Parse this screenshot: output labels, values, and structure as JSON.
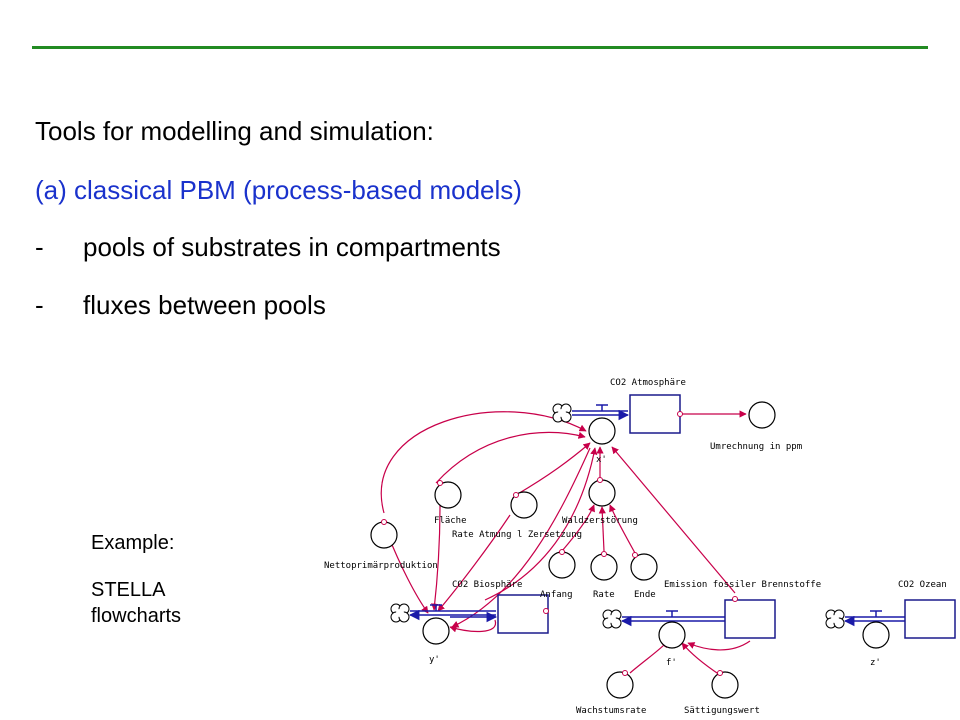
{
  "slide": {
    "title": "Tools for modelling and simulation:",
    "subtitle": "(a) classical PBM (process-based models)",
    "bullets": [
      {
        "marker": "-",
        "text": "pools of substrates in compartments"
      },
      {
        "marker": "-",
        "text": "fluxes between pools"
      }
    ],
    "example_label": "Example:",
    "example_text_1": "STELLA",
    "example_text_2": "flowcharts"
  },
  "diagram": {
    "stocks": {
      "co2_atmosphere": "CO2 Atmosphäre",
      "co2_biosphere": "CO2 Biosphäre",
      "emission": "Emission fossiler Brennstoffe",
      "co2_ocean": "CO2 Ozean"
    },
    "converters": {
      "umrechnung": "Umrechnung in ppm",
      "flaeche": "Fläche",
      "rate_atmung": "Rate Atmung l Zersetzung",
      "waldzerstoerung": "Waldzerstörung",
      "nettoprimaer": "Nettoprimärproduktion",
      "anfang": "Anfang",
      "rate": "Rate",
      "ende": "Ende",
      "wachstumsrate": "Wachstumsrate",
      "saettigungswert": "Sättigungswert"
    },
    "flows": {
      "x": "x'",
      "y": "y'",
      "f": "f'",
      "z": "z'"
    },
    "colors": {
      "connector": "#c8004a",
      "flow_pipe": "#1a1aa8",
      "stock_border": "#1a1a8c",
      "rule": "#228B22",
      "subtitle": "#1a32cc"
    }
  }
}
